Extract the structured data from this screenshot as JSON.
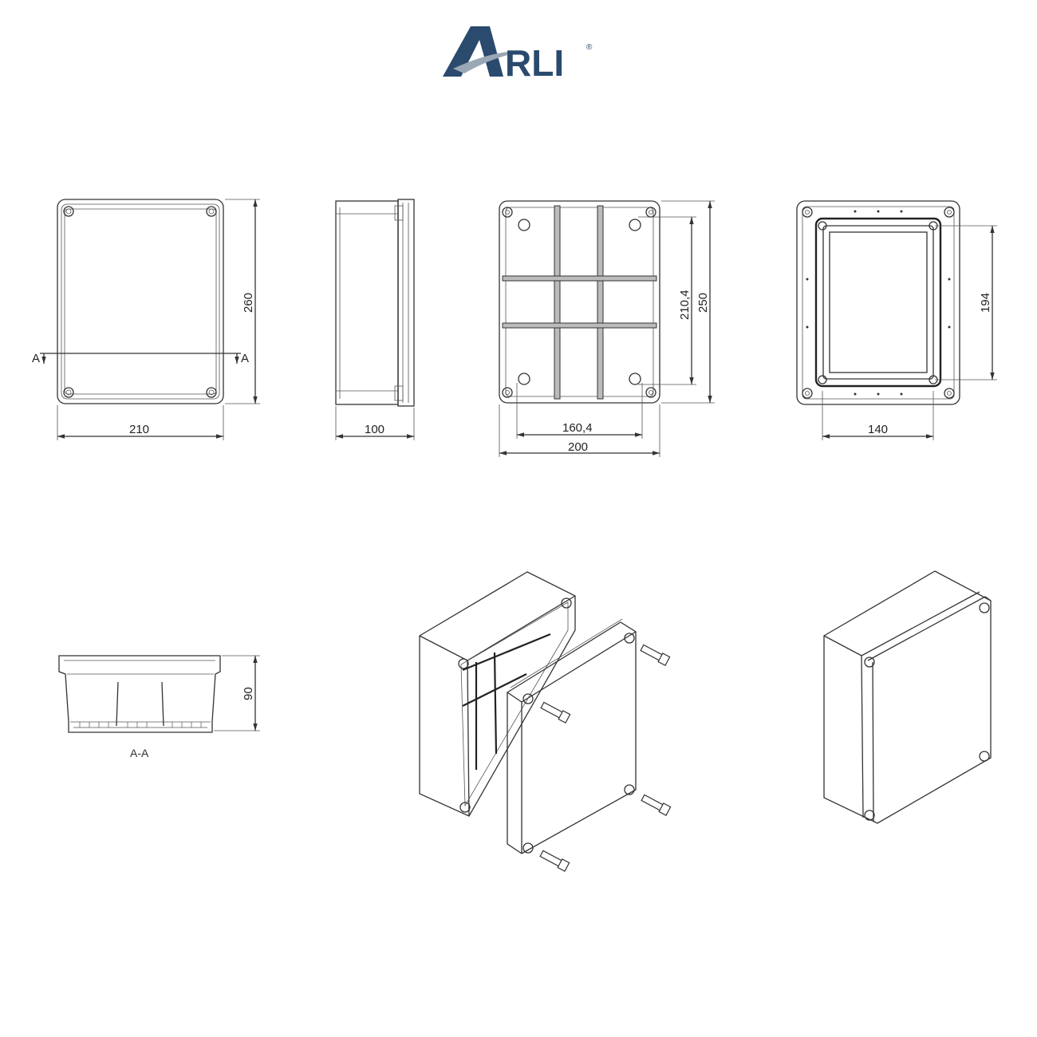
{
  "brand": {
    "logo_text": "ARLI",
    "registered_mark": "®",
    "color": "#2a4a6e",
    "accent": "#9aa7b4"
  },
  "views": {
    "front": {
      "width_label": "210",
      "height_label": "260",
      "section_mark_left": "A",
      "section_mark_right": "A"
    },
    "side": {
      "depth_label": "100"
    },
    "interior": {
      "outer_width_label": "200",
      "mount_width_label": "160,4",
      "mount_height_label": "210,4",
      "outer_height_label": "250"
    },
    "back": {
      "inner_width_label": "140",
      "inner_height_label": "194"
    },
    "section": {
      "height_label": "90",
      "caption": "A-A"
    }
  }
}
